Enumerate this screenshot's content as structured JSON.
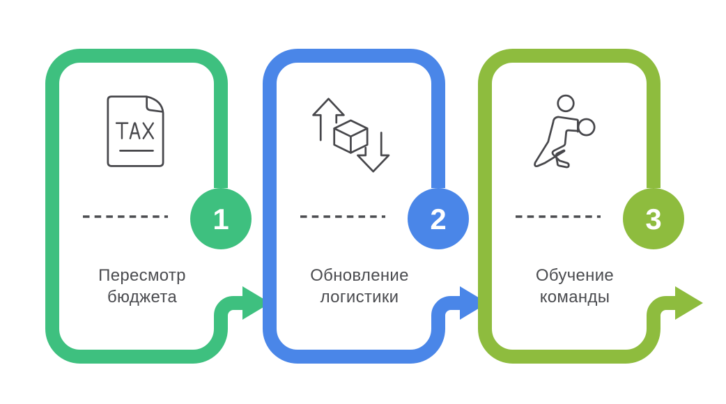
{
  "diagram": {
    "type": "process-steps",
    "step_count": 3
  },
  "steps": [
    {
      "number": "1",
      "label_line1": "Пересмотр",
      "label_line2": "бюджета",
      "accent": "#3ec07f",
      "icon": "tax-document-icon"
    },
    {
      "number": "2",
      "label_line1": "Обновление",
      "label_line2": "логистики",
      "accent": "#4a86e8",
      "icon": "logistics-shipping-icon"
    },
    {
      "number": "3",
      "label_line1": "Обучение",
      "label_line2": "команды",
      "accent": "#8ebc3e",
      "icon": "boxer-training-icon"
    }
  ],
  "colors": {
    "background": "#ffffff",
    "text": "#4a4b4f",
    "icon_stroke": "#47474b",
    "number_text": "#ffffff"
  }
}
